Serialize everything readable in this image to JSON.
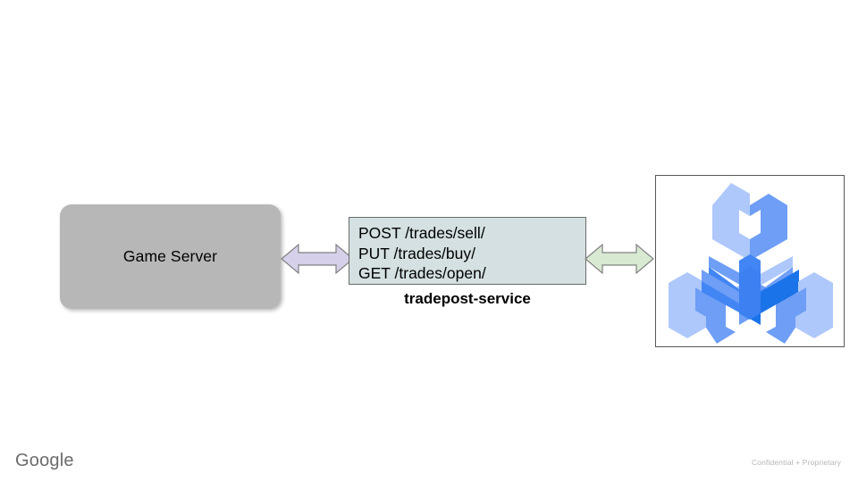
{
  "slide": {
    "background_color": "#ffffff"
  },
  "nodes": {
    "game_server": {
      "label": "Game Server",
      "fill_color": "#b7b7b7"
    },
    "service": {
      "caption": "tradepost-service",
      "fill_color": "#d4e0e1",
      "border_color": "#6b6b6b",
      "endpoints": [
        "POST /trades/sell/",
        "PUT /trades/buy/",
        "GET /trades/open/"
      ]
    },
    "tool_panel": {
      "border_color": "#595959",
      "icon_name": "three-pronged-isometric-wrench-icon",
      "colors": {
        "light_blue": "#aec8fb",
        "mid_light_blue": "#6e9ef5",
        "blue": "#4285f4",
        "dark_blue": "#1a73e8"
      }
    }
  },
  "connectors": [
    {
      "name": "game-server-to-service",
      "style": "double-headed",
      "fill_color": "#d7d0ea",
      "stroke_color": "#808080"
    },
    {
      "name": "service-to-tool",
      "style": "double-headed",
      "fill_color": "#d9ead3",
      "stroke_color": "#808080"
    }
  ],
  "footer": {
    "brand": "Google",
    "note": "Confidential + Proprietary"
  }
}
